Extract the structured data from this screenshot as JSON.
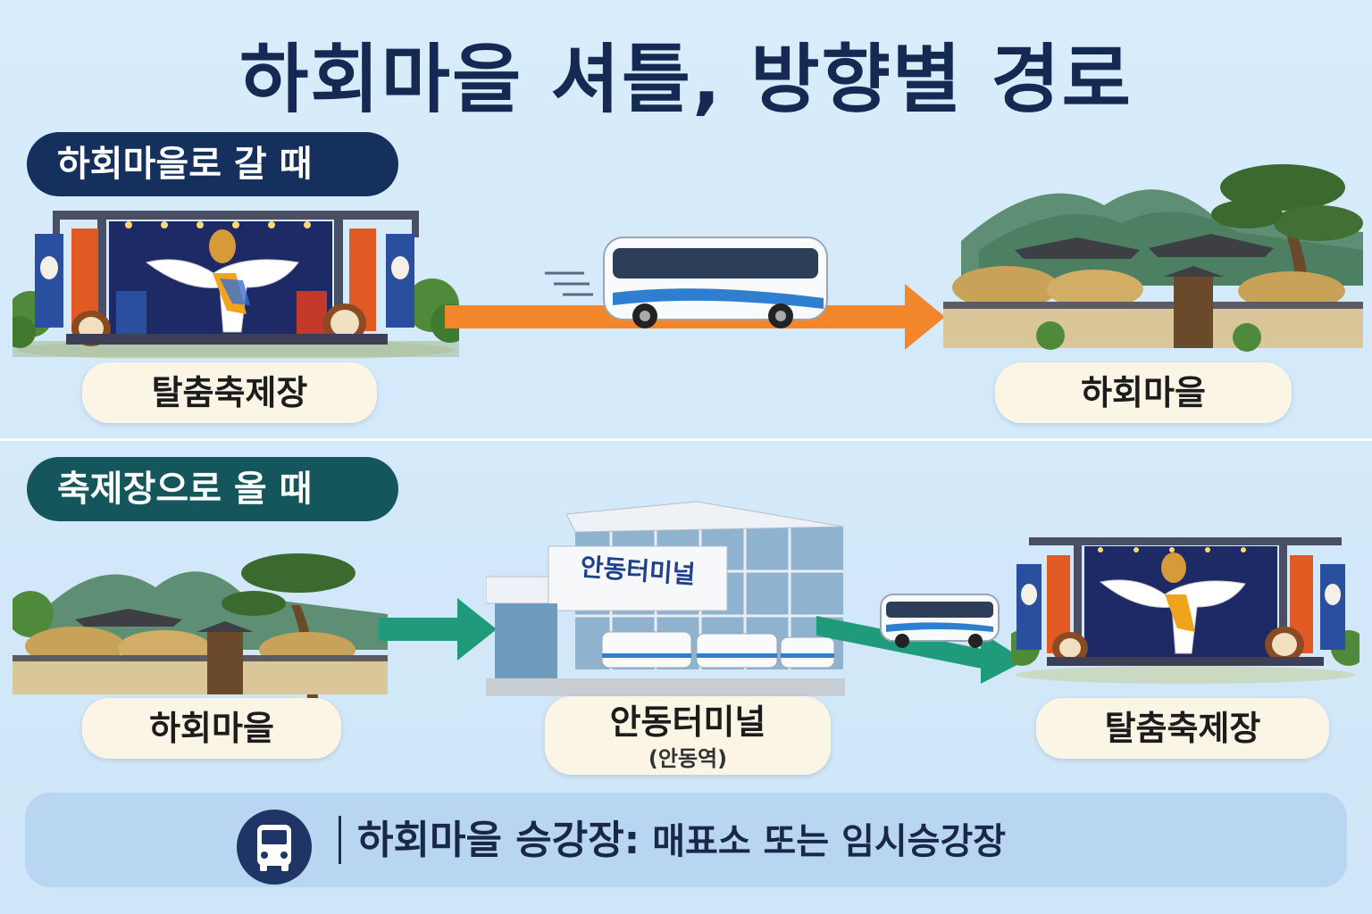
{
  "title": "하회마을 셔틀, 방향별 경로",
  "sections": {
    "go": {
      "heading": "하회마을로 갈 때",
      "from_label": "탈춤축제장",
      "to_label": "하회마을",
      "arrow_color": "#f2862b"
    },
    "come": {
      "heading": "축제장으로 올 때",
      "from_label": "하회마을",
      "via_label": "안동터미널",
      "via_sub": "(안동역)",
      "via_sign": "안동터미널",
      "to_label": "탈춤축제장",
      "arrow_color": "#1f9a7a"
    }
  },
  "notice": {
    "icon": "bus-icon",
    "title": "하회마을 승강장:",
    "detail": "매표소 또는 임시승강장"
  },
  "colors": {
    "heading_go": "#15305d",
    "heading_come": "#14565c",
    "title": "#142a52"
  }
}
